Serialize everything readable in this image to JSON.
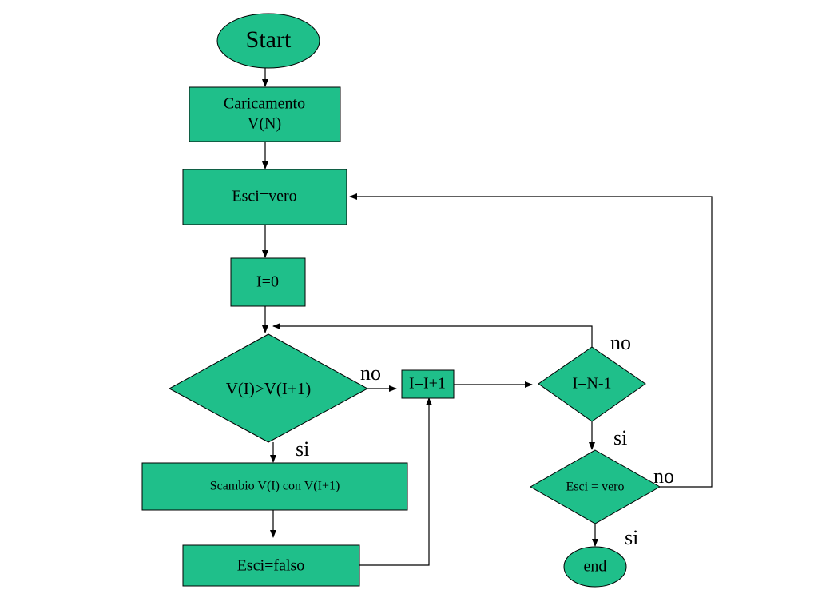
{
  "nodes": {
    "start": "Start",
    "load": [
      "Caricamento",
      "V(N)"
    ],
    "set_exit_true": "Esci=vero",
    "init_i": "I=0",
    "compare": "V(I)>V(I+1)",
    "increment": "I=I+1",
    "check_last": "I=N-1",
    "swap": "Scambio V(I) con V(I+1)",
    "check_exit": "Esci = vero",
    "set_exit_false": "Esci=falso",
    "end": "end"
  },
  "edge_labels": {
    "compare_no": "no",
    "compare_yes": "si",
    "last_no": "no",
    "last_yes": "si",
    "exit_no": "no",
    "exit_yes": "si"
  }
}
